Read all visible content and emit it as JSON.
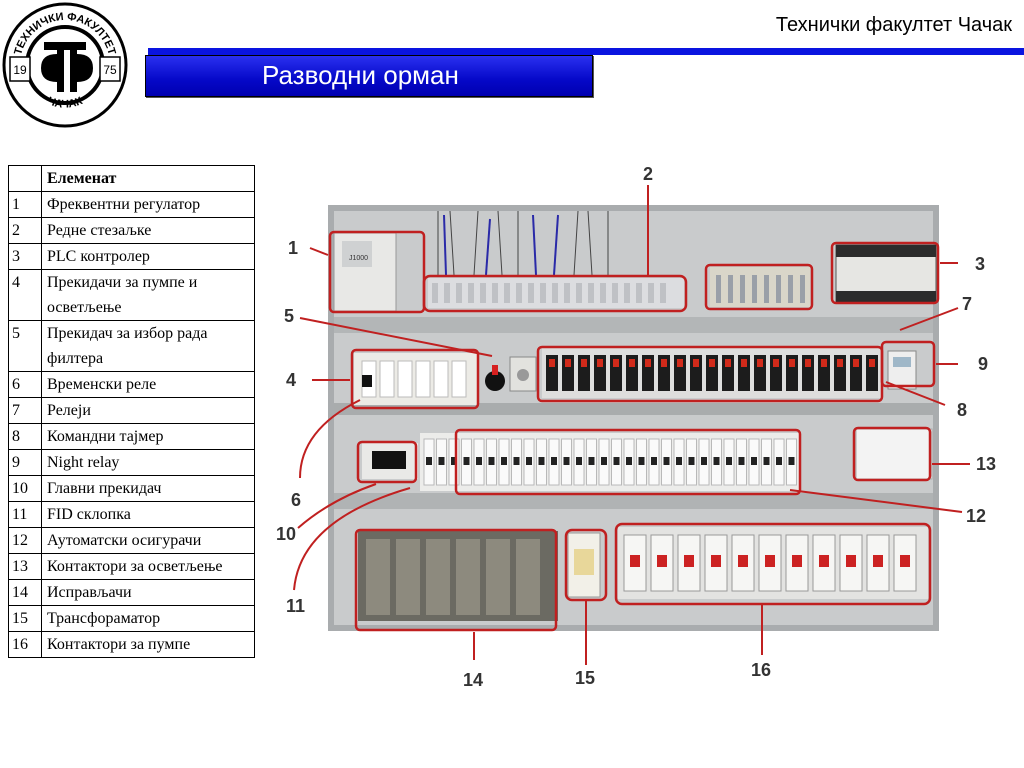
{
  "header": {
    "institution": "Технички факултет Чачак",
    "title": "Разводни орман"
  },
  "logo": {
    "arc_text": "ТЕХНИЧКИ ФАКУЛТЕТ",
    "city": "ЧАЧАК",
    "year_left": "19",
    "year_right": "75"
  },
  "table": {
    "header_num": "",
    "header_name": "Елеменат",
    "rows": [
      {
        "num": "1",
        "name": "Фреквентни регулатор"
      },
      {
        "num": "2",
        "name": "Редне стезаљке"
      },
      {
        "num": "3",
        "name": "PLC контролер"
      },
      {
        "num": "4",
        "name": "Прекидачи за пумпе и осветљење"
      },
      {
        "num": "5",
        "name": "Прекидач за избор рада филтера"
      },
      {
        "num": "6",
        "name": "Временски реле"
      },
      {
        "num": "7",
        "name": "Релеји"
      },
      {
        "num": "8",
        "name": "Командни тајмер"
      },
      {
        "num": "9",
        "name": "Night relay"
      },
      {
        "num": "10",
        "name": "Главни прекидач"
      },
      {
        "num": "11",
        "name": "FID склопка"
      },
      {
        "num": "12",
        "name": "Аутоматски осигурачи"
      },
      {
        "num": "13",
        "name": "Контактори за осветљење"
      },
      {
        "num": "14",
        "name": "Исправљачи"
      },
      {
        "num": "15",
        "name": "Трансфораматор"
      },
      {
        "num": "16",
        "name": "Контактори за пумпе"
      }
    ]
  },
  "photo": {
    "vfd_brand": "J1000"
  },
  "callout_labels": [
    "1",
    "2",
    "3",
    "4",
    "5",
    "6",
    "7",
    "8",
    "9",
    "10",
    "11",
    "12",
    "13",
    "14",
    "15",
    "16"
  ],
  "colors": {
    "accent_blue": "#0a14e0",
    "callout_red": "#c02020"
  }
}
